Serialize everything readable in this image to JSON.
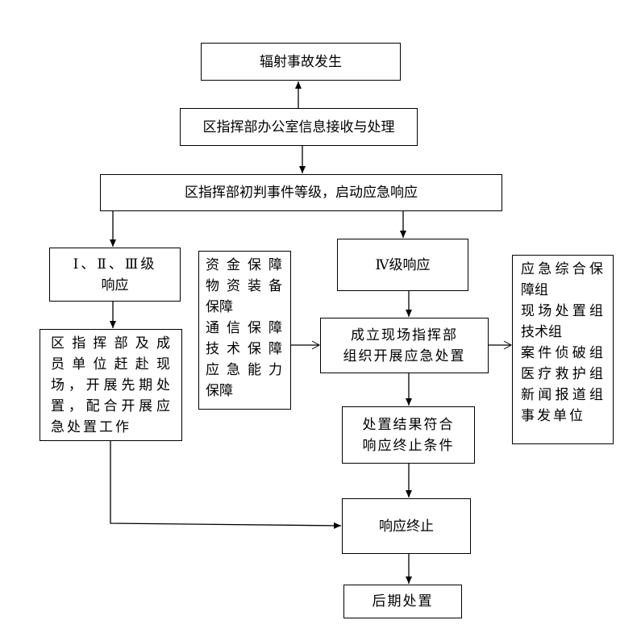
{
  "nodes": {
    "occur": "辐射事故发生",
    "office": "区指挥部办公室信息接收与处理",
    "judge": "区指挥部初判事件等级，启动应急响应",
    "level13": [
      "Ⅰ、Ⅱ、Ⅲ级",
      "响应"
    ],
    "level4": "Ⅳ级响应",
    "support": [
      "资金保障",
      "物资装备",
      "保障",
      "通信保障",
      "技术保障",
      "应急能力",
      "保障"
    ],
    "member": [
      "区指挥部及成",
      "员单位赶赴现",
      "场，开展先期处",
      "置，配合开展应",
      "急处置工作"
    ],
    "command": [
      "成立现场指挥部",
      "组织开展应急处置"
    ],
    "groups": [
      "应急综合保",
      "障组",
      "现场处置组",
      "技术组",
      "案件侦破组",
      "医疗救护组",
      "新闻报道组",
      "事发单位"
    ],
    "result": [
      "处置结果符合",
      "响应终止条件"
    ],
    "end": "响应终止",
    "after": "后期处置"
  }
}
